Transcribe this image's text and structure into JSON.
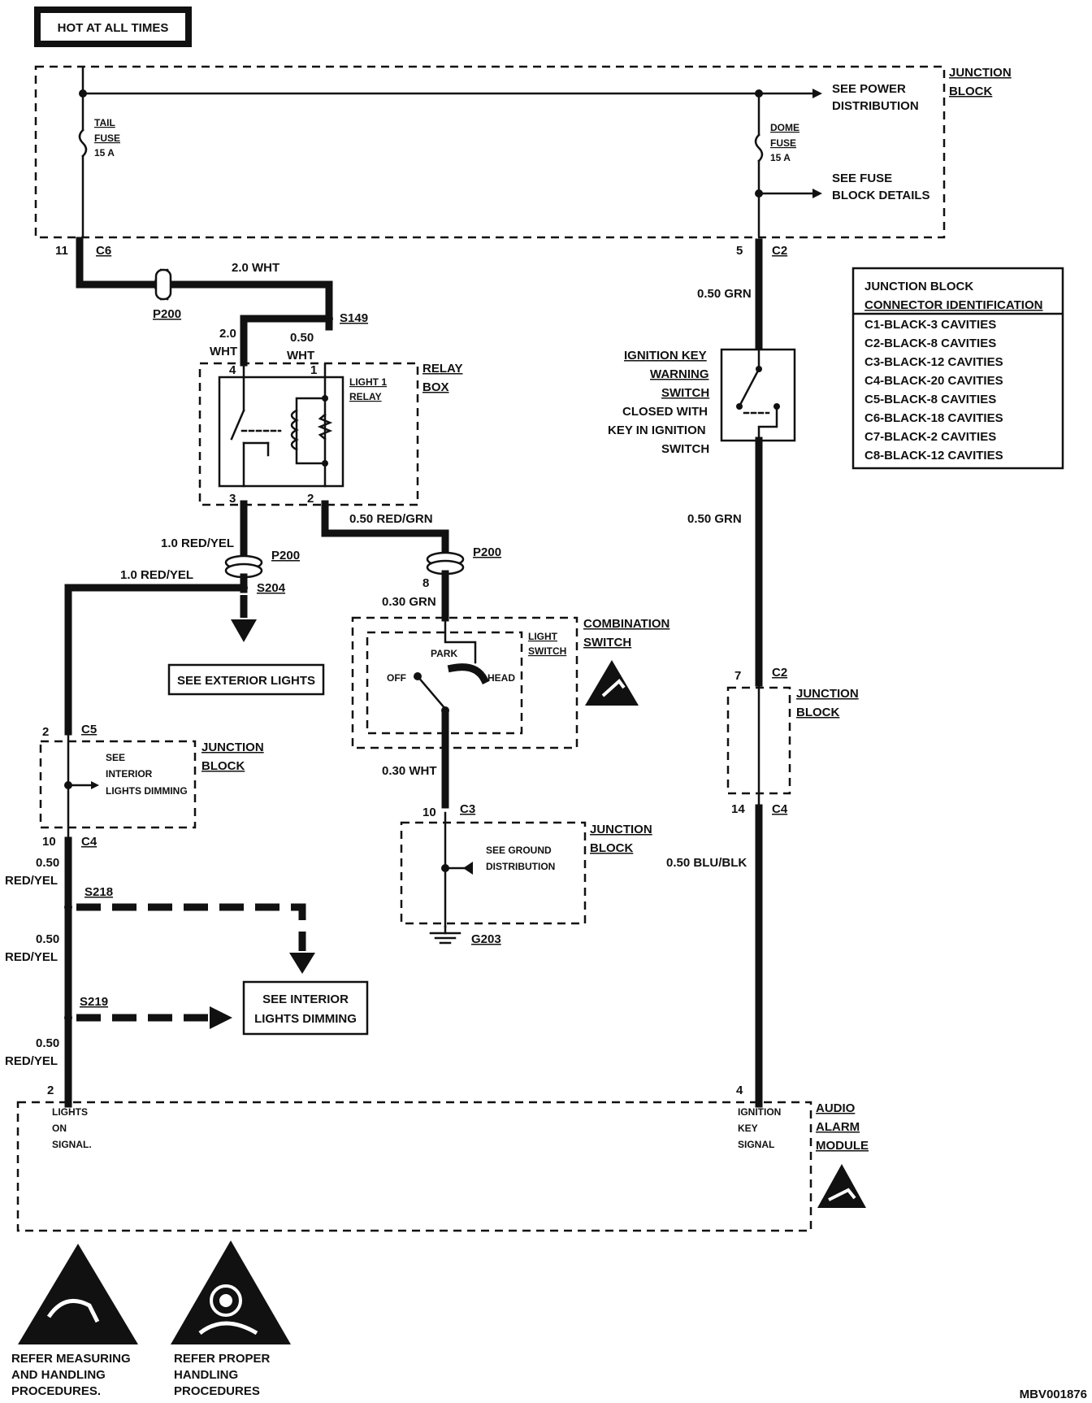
{
  "header": {
    "hot_label": "HOT AT ALL TIMES",
    "figure_code": "MBV001876"
  },
  "junction_block_top": {
    "name_l1": "JUNCTION",
    "name_l2": "BLOCK",
    "tail_fuse": {
      "l1": "TAIL",
      "l2": "FUSE",
      "l3": "15 A"
    },
    "dome_fuse": {
      "l1": "DOME",
      "l2": "FUSE",
      "l3": "15 A"
    },
    "see_power_l1": "SEE POWER",
    "see_power_l2": "DISTRIBUTION",
    "see_fuse_l1": "SEE  FUSE",
    "see_fuse_l2": "BLOCK  DETAILS"
  },
  "connector_table": {
    "title_l1": "JUNCTION BLOCK",
    "title_l2": "CONNECTOR IDENTIFICATION",
    "rows": [
      "C1-BLACK-3 CAVITIES",
      "C2-BLACK-8 CAVITIES",
      "C3-BLACK-12 CAVITIES",
      "C4-BLACK-20 CAVITIES",
      "C5-BLACK-8 CAVITIES",
      "C6-BLACK-18 CAVITIES",
      "C7-BLACK-2 CAVITIES",
      "C8-BLACK-12 CAVITIES"
    ]
  },
  "labels": {
    "c6_pin": "11",
    "c6": "C6",
    "c2_pin_top": "5",
    "c2_top": "C2",
    "wire_2wht": "2.0 WHT",
    "p200": "P200",
    "s149": "S149",
    "wht20_l1": "2.0",
    "wht20_l2": "WHT",
    "wht050_l1": "0.50",
    "wht050_l2": "WHT",
    "relay_box_l1": "RELAY",
    "relay_box_l2": "BOX",
    "light_relay_l1": "LIGHT 1",
    "light_relay_l2": "RELAY",
    "relay_pin4": "4",
    "relay_pin1": "1",
    "relay_pin3": "3",
    "relay_pin2": "2",
    "wire_050redgrn": "0.50 RED/GRN",
    "wire_10redyel_a": "1.0 RED/YEL",
    "wire_10redyel_b": "1.0 RED/YEL",
    "p200_b": "P200",
    "p200_c": "P200",
    "s204": "S204",
    "see_exterior": "SEE EXTERIOR LIGHTS",
    "pin8": "8",
    "wire_030grn": "0.30 GRN",
    "combo_l1": "COMBINATION",
    "combo_l2": "SWITCH",
    "light_switch_l1": "LIGHT",
    "light_switch_l2": "SWITCH",
    "park": "PARK",
    "off": "OFF",
    "head": "HEAD",
    "wire_030wht": "0.30 WHT",
    "c3_pin": "10",
    "c3": "C3",
    "jb_ground_l1": "JUNCTION",
    "jb_ground_l2": "BLOCK",
    "see_ground_l1": "SEE GROUND",
    "see_ground_l2": "DISTRIBUTION",
    "g203": "G203",
    "c5_pin": "2",
    "c5": "C5",
    "jb_left_l1": "JUNCTION",
    "jb_left_l2": "BLOCK",
    "see_int_l1": "SEE",
    "see_int_l2": "INTERIOR",
    "see_int_l3": "LIGHTS DIMMING",
    "c4_pin_left": "10",
    "c4_left": "C4",
    "wire_050ry_1a": "0.50",
    "wire_050ry_1b": "RED/YEL",
    "s218": "S218",
    "wire_050ry_2a": "0.50",
    "wire_050ry_2b": "RED/YEL",
    "s219": "S219",
    "see_int_box_l1": "SEE INTERIOR",
    "see_int_box_l2": "LIGHTS DIMMING",
    "wire_050ry_3a": "0.50",
    "wire_050ry_3b": "RED/YEL",
    "wire_050grn_a": "0.50 GRN",
    "ign_l1": "IGNITION KEY",
    "ign_l2": "WARNING",
    "ign_l3": "SWITCH",
    "ign_l4": "CLOSED WITH",
    "ign_l5": "KEY IN IGNITION",
    "ign_l6": "SWITCH",
    "wire_050grn_b": "0.50 GRN",
    "c2_pin_mid": "7",
    "c2_mid": "C2",
    "jb_right_l1": "JUNCTION",
    "jb_right_l2": "BLOCK",
    "c4_pin_right": "14",
    "c4_right": "C4",
    "wire_050blublk": "0.50 BLU/BLK",
    "module_pin2": "2",
    "module_pin4": "4",
    "lights_on_l1": "LIGHTS",
    "lights_on_l2": "ON",
    "lights_on_l3": "SIGNAL.",
    "ign_sig_l1": "IGNITION",
    "ign_sig_l2": "KEY",
    "ign_sig_l3": "SIGNAL",
    "audio_l1": "AUDIO",
    "audio_l2": "ALARM",
    "audio_l3": "MODULE"
  },
  "footer": {
    "measure_l1": "REFER MEASURING",
    "measure_l2": "AND HANDLING",
    "measure_l3": "PROCEDURES.",
    "proper_l1": "REFER PROPER",
    "proper_l2": "HANDLING",
    "proper_l3": "PROCEDURES"
  }
}
